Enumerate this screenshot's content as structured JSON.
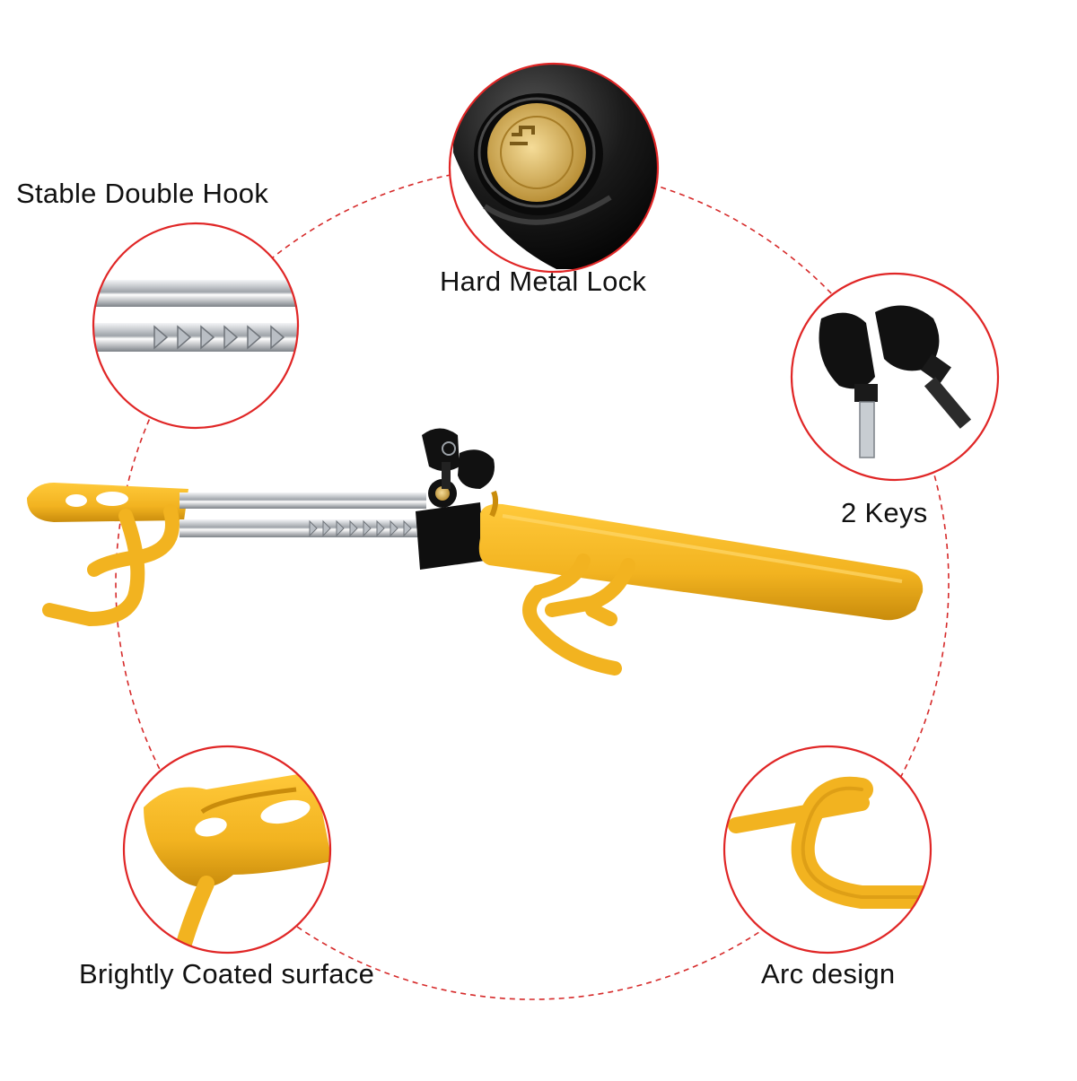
{
  "labels": {
    "double_hook": "Stable Double Hook",
    "metal_lock": "Hard Metal Lock",
    "keys": "2 Keys",
    "coated_surface": "Brightly Coated surface",
    "arc_design": "Arc design"
  },
  "colors": {
    "accent_red": "#e02626",
    "dashed_circle": "#d62a2a",
    "lock_yellow": "#f2b320",
    "lock_yellow_dark": "#d99a10",
    "chrome": "#c9ccd0",
    "brass": "#d9b25a",
    "black": "#111111"
  }
}
